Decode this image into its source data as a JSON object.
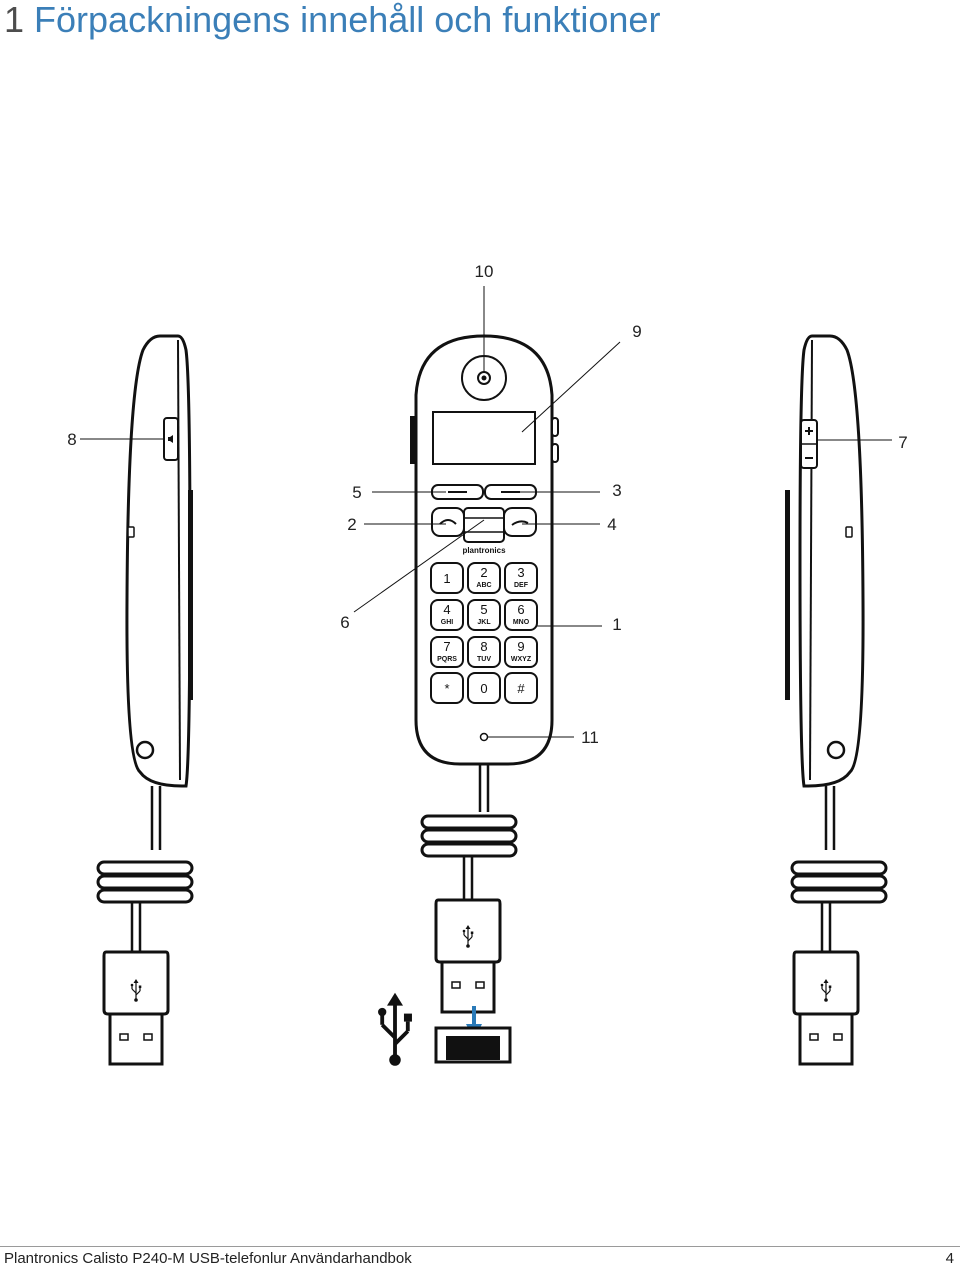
{
  "header": {
    "section_number": "1",
    "title": "Förpackningens innehåll och funktioner"
  },
  "callouts": {
    "c1": "1",
    "c2": "2",
    "c3": "3",
    "c4": "4",
    "c5": "5",
    "c6": "6",
    "c7": "7",
    "c8": "8",
    "c9": "9",
    "c10": "10",
    "c11": "11"
  },
  "device": {
    "brand": "plantronics",
    "keys": [
      {
        "main": "1",
        "sub": ""
      },
      {
        "main": "2",
        "sub": "ABC"
      },
      {
        "main": "3",
        "sub": "DEF"
      },
      {
        "main": "4",
        "sub": "GHI"
      },
      {
        "main": "5",
        "sub": "JKL"
      },
      {
        "main": "6",
        "sub": "MNO"
      },
      {
        "main": "7",
        "sub": "PQRS"
      },
      {
        "main": "8",
        "sub": "TUV"
      },
      {
        "main": "9",
        "sub": "WXYZ"
      },
      {
        "main": "*",
        "sub": ""
      },
      {
        "main": "0",
        "sub": ""
      },
      {
        "main": "#",
        "sub": ""
      }
    ]
  },
  "colors": {
    "title": "#3b7fb8",
    "arrow": "#2a7ab8"
  },
  "icons": [
    "usb-icon",
    "speaker-icon",
    "plus-icon",
    "minus-icon",
    "call-icon",
    "end-call-icon",
    "up-arrow-icon"
  ],
  "footer": {
    "product_text": "Plantronics Calisto P240-M USB-telefonlur Användarhandbok",
    "page_number": "4"
  }
}
